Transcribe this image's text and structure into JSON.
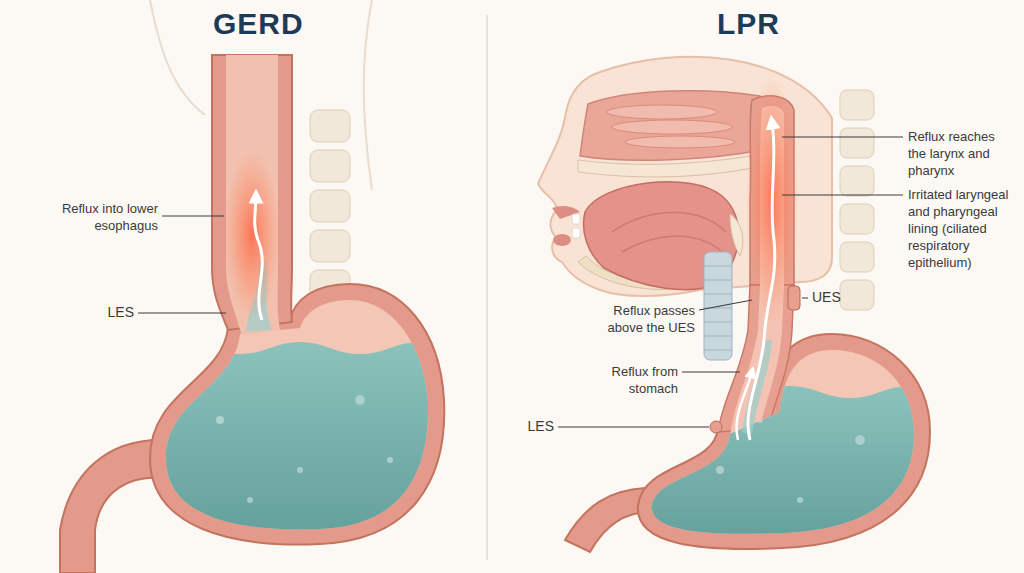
{
  "diagram": {
    "labels": [
      "GERD",
      "LPR",
      "Reflux into lower esophagus",
      "LES",
      "Reflux reaches the larynx and pharynx",
      "Irritated laryngeal and pharyngeal lining (ciliated respiratory epithelium)",
      "Reflux passes above the UES",
      "UES",
      "Reflux from stomach",
      "LES"
    ]
  }
}
